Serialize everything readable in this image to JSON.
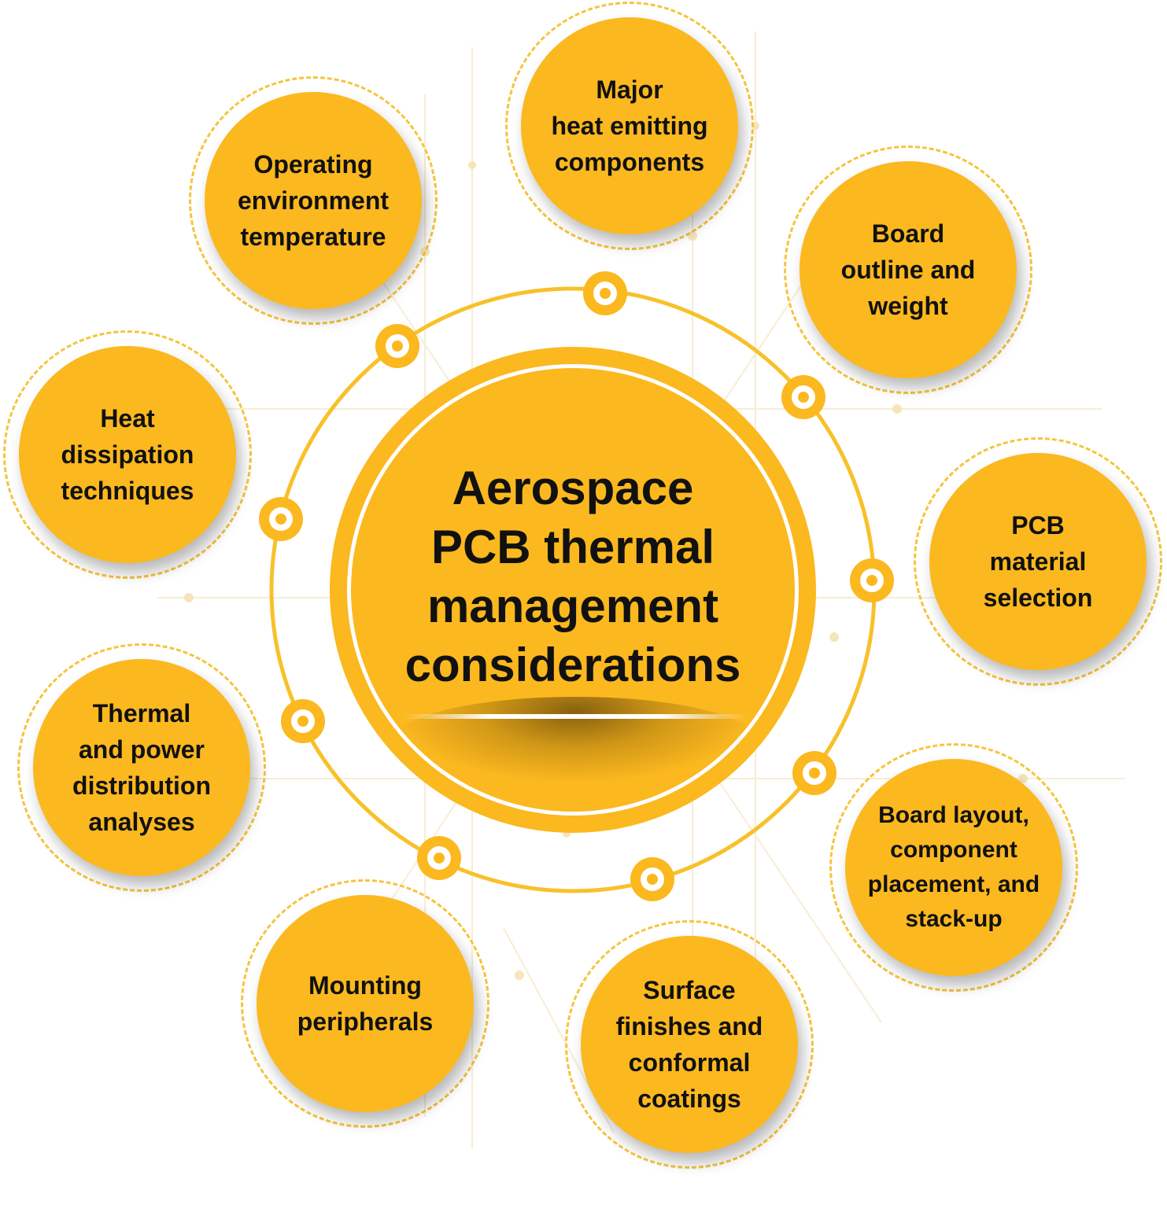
{
  "diagram": {
    "title": "Aerospace\nPCB thermal\nmanagement\nconsiderations",
    "nodes": [
      {
        "id": "major-heat",
        "label": "Major\nheat emitting\ncomponents"
      },
      {
        "id": "board-outline",
        "label": "Board\noutline and\nweight"
      },
      {
        "id": "pcb-material",
        "label": "PCB\nmaterial\nselection"
      },
      {
        "id": "board-layout",
        "label": "Board layout,\ncomponent\nplacement, and\nstack-up"
      },
      {
        "id": "surface-finishes",
        "label": "Surface\nfinishes and\nconformal\ncoatings"
      },
      {
        "id": "mounting",
        "label": "Mounting\nperipherals"
      },
      {
        "id": "thermal-power",
        "label": "Thermal\nand power\ndistribution\nanalyses"
      },
      {
        "id": "heat-dissipation",
        "label": "Heat\ndissipation\ntechniques"
      },
      {
        "id": "operating-env",
        "label": "Operating\nenvironment\ntemperature"
      }
    ],
    "colors": {
      "accent": "#fbb81f",
      "ring": "#f6c43c",
      "text": "#111111"
    }
  }
}
